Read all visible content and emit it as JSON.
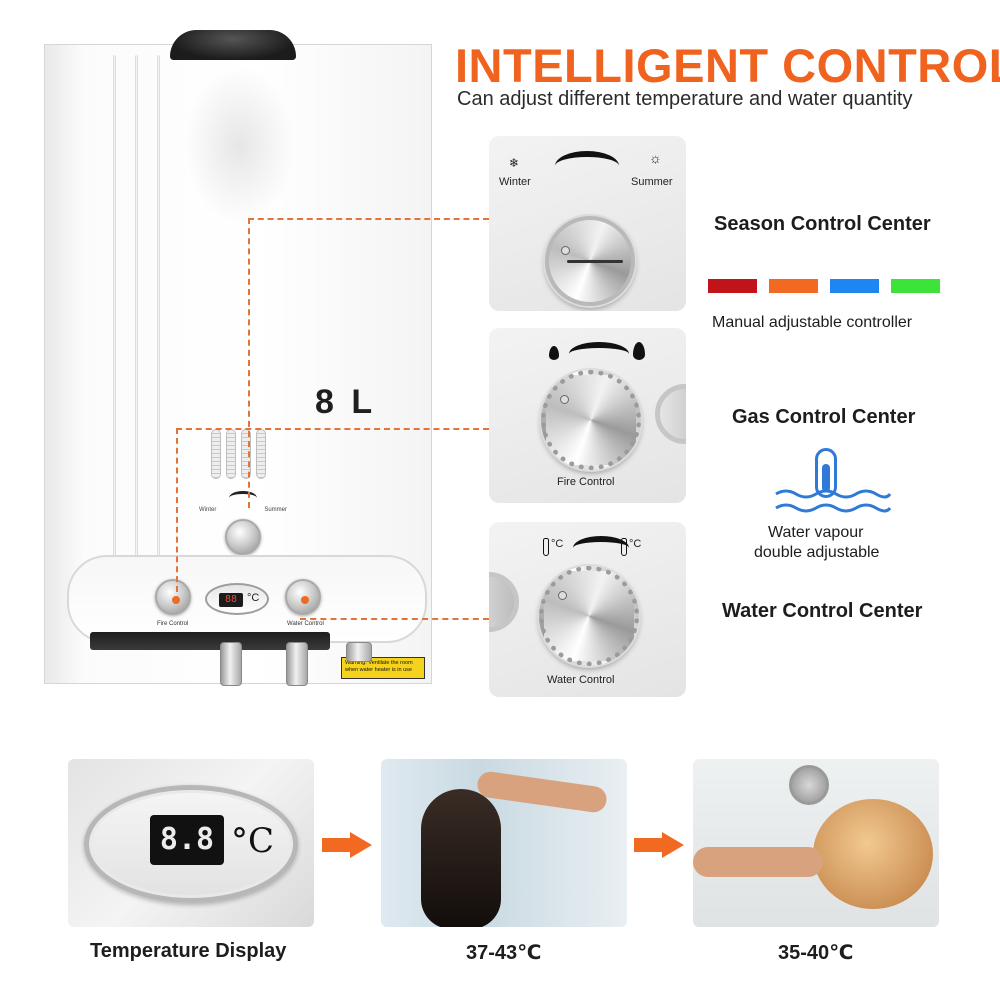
{
  "header": {
    "title": "INTELLIGENT CONTROL",
    "subtitle": "Can adjust different temperature and water quantity"
  },
  "heater": {
    "capacity": "8 L",
    "mini_labels": {
      "winter": "Winter",
      "summer": "Summer",
      "fire_control": "Fire Control",
      "water_control": "Water Control",
      "display_value": "88",
      "display_unit": "°C"
    },
    "warning": "Warning: Ventilate the room when water heater is in use"
  },
  "cards": {
    "season": {
      "winter": "Winter",
      "summer": "Summer"
    },
    "fire": {
      "label": "Fire Control"
    },
    "water": {
      "label": "Water Control",
      "unit_left": "°C",
      "unit_right": "°C"
    }
  },
  "right_column": {
    "season_heading": "Season Control Center",
    "swatch_colors": [
      "#c0141a",
      "#f26a21",
      "#1e86f0",
      "#3ee33a"
    ],
    "swatch_caption": "Manual adjustable controller",
    "gas_heading": "Gas Control Center",
    "icon_color": "#2f7ad9",
    "vapour_line1": "Water vapour",
    "vapour_line2": "double adjustable",
    "water_heading": "Water Control Center"
  },
  "bottom": {
    "display_digits": "8.8",
    "display_unit": "°C",
    "captions": [
      "Temperature Display",
      "37-43℃",
      "35-40℃"
    ],
    "arrow_color": "#f26a21"
  },
  "accent_color": "#f0631f"
}
